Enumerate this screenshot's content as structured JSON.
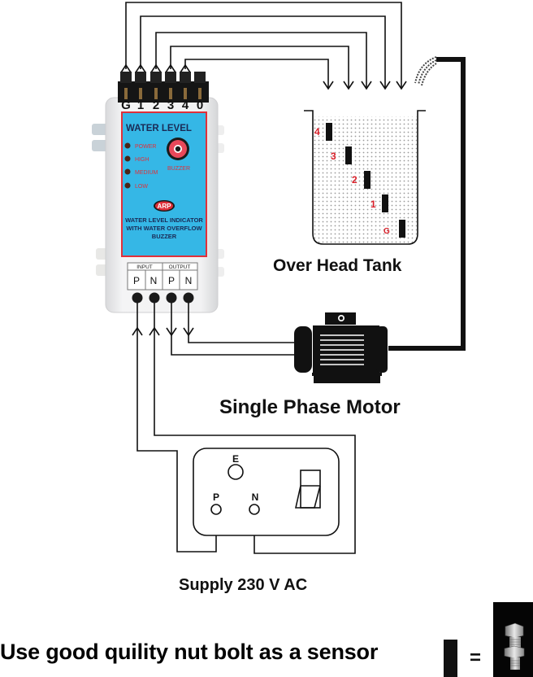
{
  "controller": {
    "terminal_labels": [
      "G",
      "1",
      "2",
      "3",
      "4",
      "0"
    ],
    "panel_title": "WATER LEVEL",
    "indicators": [
      "POWER",
      "HIGH",
      "MEDIUM",
      "LOW"
    ],
    "buzzer_label": "BUZZER",
    "brand": "ARP",
    "description_lines": [
      "WATER LEVEL INDICATOR",
      "WITH WATER OVERFLOW",
      "BUZZER"
    ],
    "io_headers": [
      "INPUT",
      "OUTPUT"
    ],
    "io_terminals": [
      "P",
      "N",
      "P",
      "N"
    ],
    "colors": {
      "panel": "#35b7e6",
      "panel_border": "#e0303a",
      "label_red": "#e0303a",
      "text_dark": "#1a2a55"
    }
  },
  "tank": {
    "title": "Over Head Tank",
    "sensor_labels": [
      "4",
      "3",
      "2",
      "1",
      "G"
    ],
    "label_color": "#d9202a"
  },
  "motor": {
    "title": "Single Phase Motor"
  },
  "supply": {
    "title": "Supply 230 V AC",
    "socket_labels": {
      "earth": "E",
      "phase": "P",
      "neutral": "N"
    }
  },
  "footer": {
    "note": "Use good quility nut bolt as a sensor",
    "equals": "="
  }
}
